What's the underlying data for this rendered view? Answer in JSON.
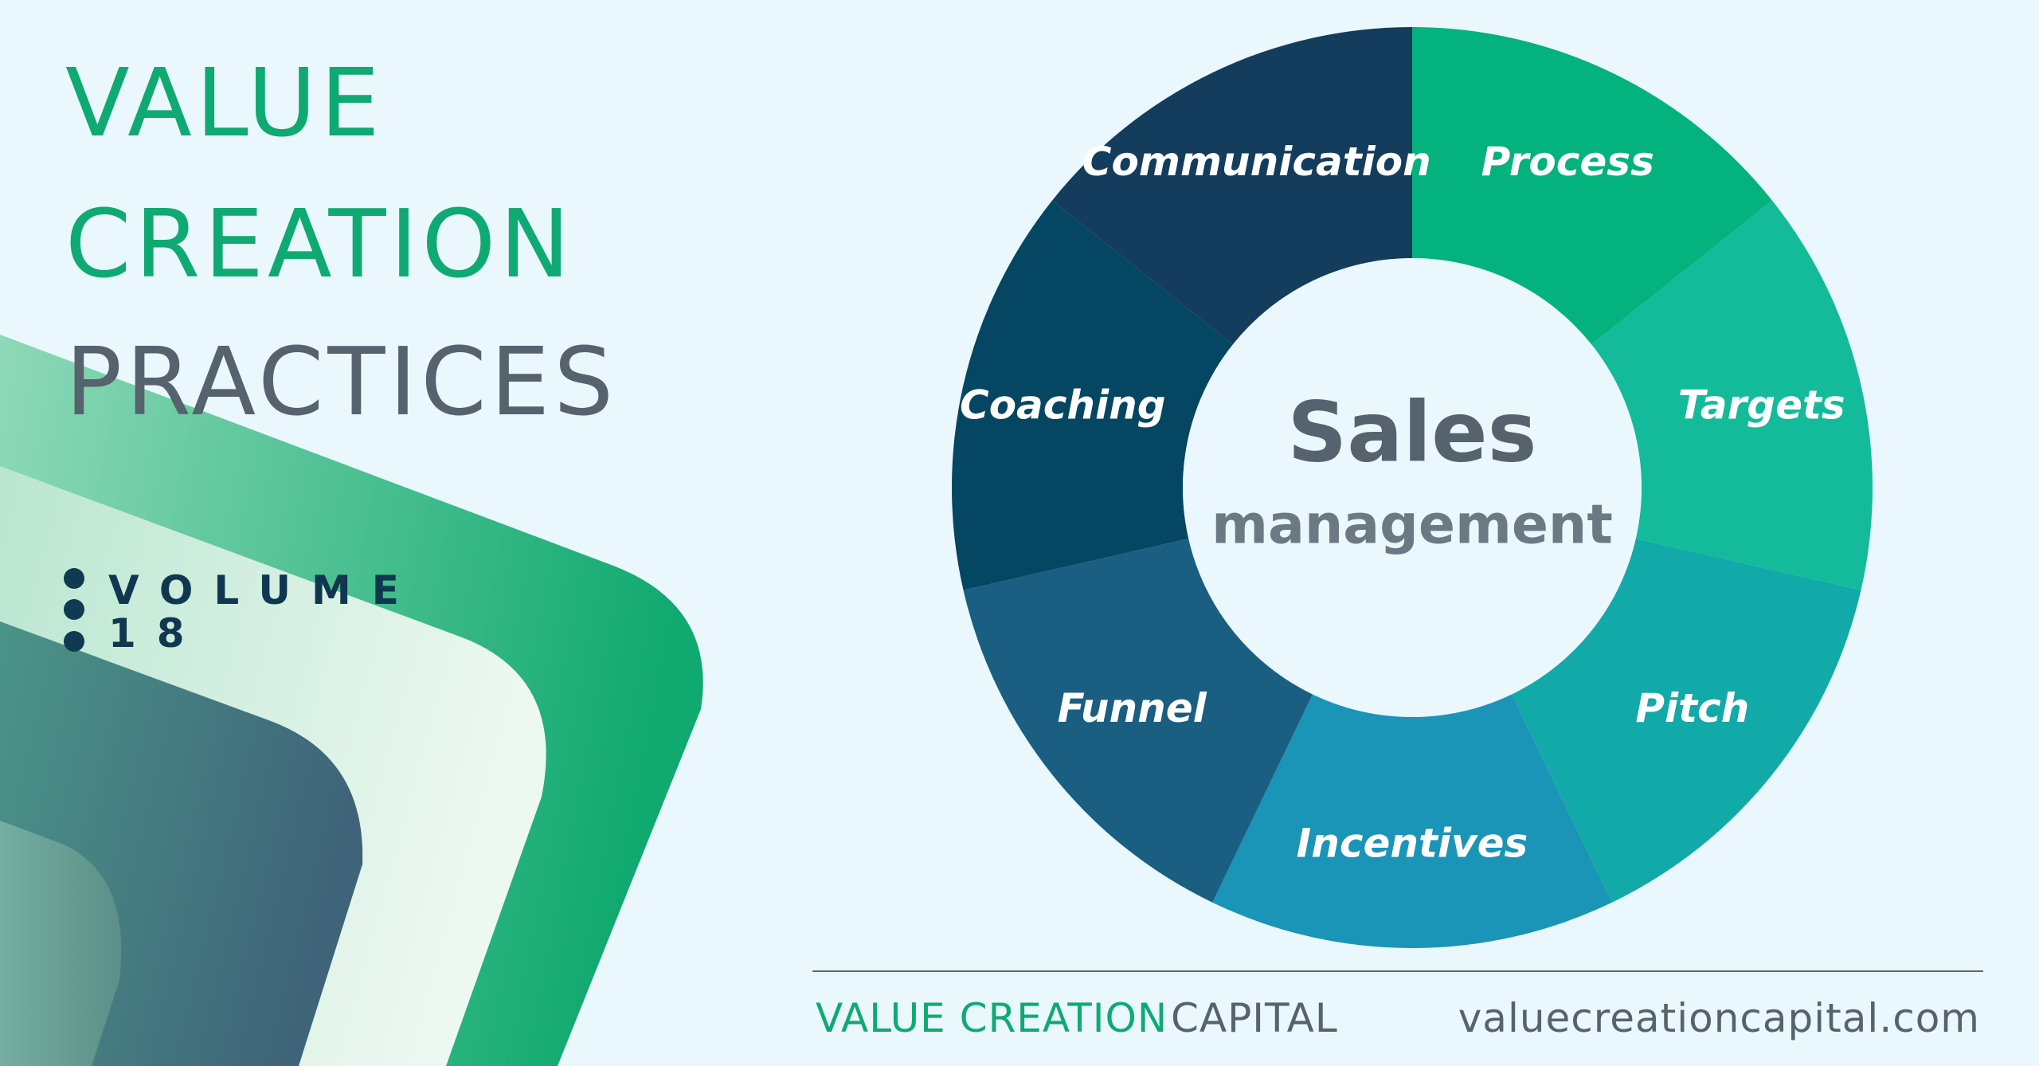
{
  "title": {
    "line1": "VALUE",
    "line2": "CREATION",
    "line3": "PRACTICES"
  },
  "volume": {
    "word": "VOLUME",
    "number": "18"
  },
  "diagram": {
    "center_title": "Sales",
    "center_subtitle": "management",
    "segments": [
      {
        "label": "Process",
        "color": "#03b27c"
      },
      {
        "label": "Targets",
        "color": "#13bb9a"
      },
      {
        "label": "Pitch",
        "color": "#12aaa8"
      },
      {
        "label": "Incentives",
        "color": "#1a94b7"
      },
      {
        "label": "Funnel",
        "color": "#1a5e82"
      },
      {
        "label": "Coaching",
        "color": "#054663"
      },
      {
        "label": "Communication",
        "color": "#133c5d"
      }
    ]
  },
  "footer": {
    "brand_primary": "VALUE CREATION",
    "brand_secondary": "CAPITAL",
    "website": "valuecreationcapital.com"
  },
  "colors": {
    "background": "#eaf7fc",
    "brand_green": "#0eaa72",
    "text_gray": "#56626d",
    "navy": "#103a52"
  }
}
